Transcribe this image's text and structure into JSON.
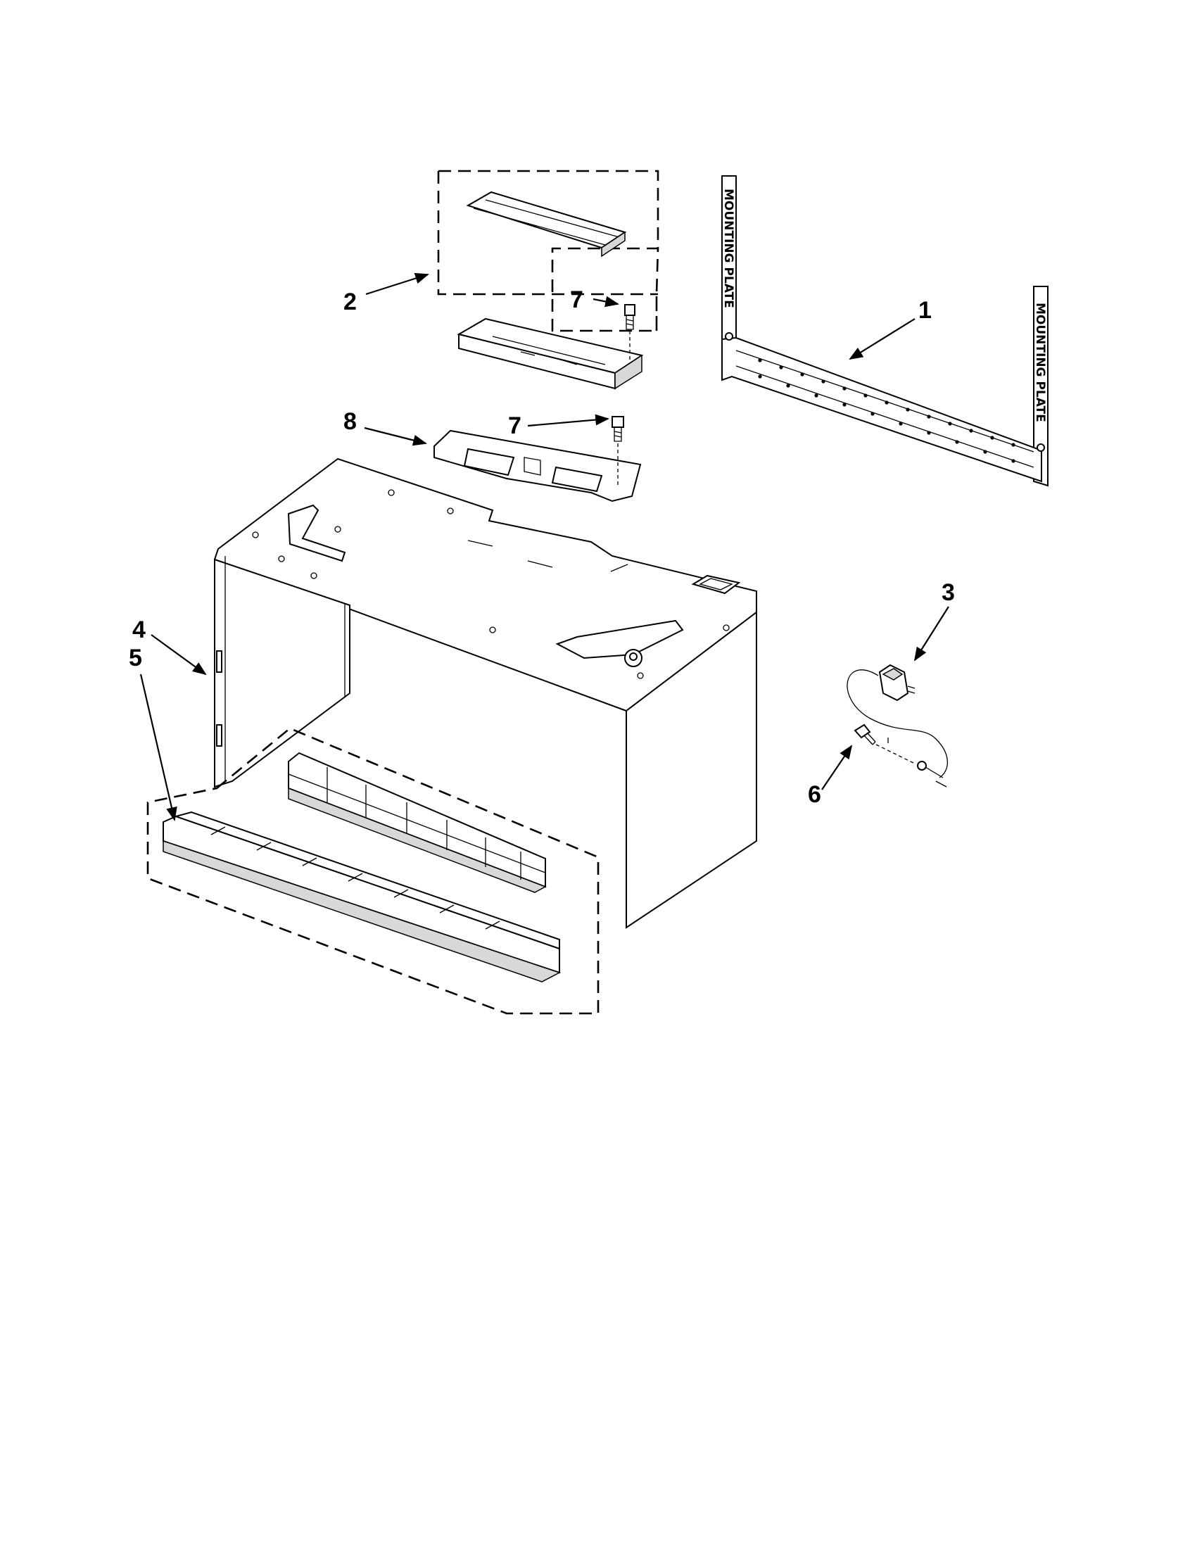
{
  "callouts": [
    {
      "id": "1",
      "label": "1"
    },
    {
      "id": "2",
      "label": "2"
    },
    {
      "id": "3",
      "label": "3"
    },
    {
      "id": "4",
      "label": "4"
    },
    {
      "id": "5",
      "label": "5"
    },
    {
      "id": "6",
      "label": "6"
    },
    {
      "id": "7a",
      "label": "7"
    },
    {
      "id": "7b",
      "label": "7"
    },
    {
      "id": "8",
      "label": "8"
    }
  ],
  "mounting_plate_text": "MOUNTING PLATE"
}
